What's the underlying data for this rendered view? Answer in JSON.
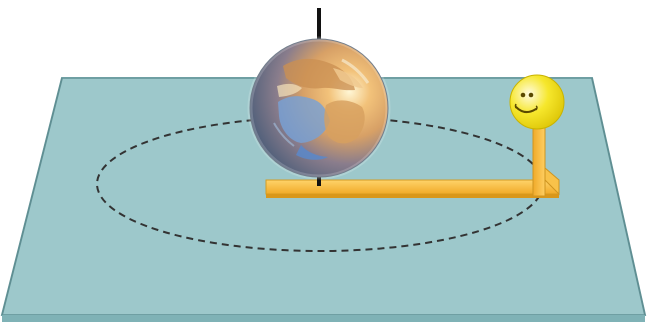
{
  "scene": {
    "colors": {
      "background": "#ffffff",
      "board_top": "#9dc8cb",
      "board_edge": "#6f9fa3",
      "board_side": "#7fb2b6",
      "orbit_path": "#333333",
      "arm": "#f6b93b",
      "arm_shadow": "#d9971a",
      "sun": "#f3e21a",
      "sun_face": "#5b4a00",
      "globe_ocean": "#5f8fd1",
      "globe_land": "#c98b4a",
      "axis": "#111111"
    },
    "elements": {
      "board": "flat-board",
      "orbit": "dashed-orbit-path",
      "globe": "earth-globe",
      "axis": "globe-axis",
      "arm": "orbit-arm",
      "post": "sun-post",
      "sun": "smiling-sun"
    }
  }
}
